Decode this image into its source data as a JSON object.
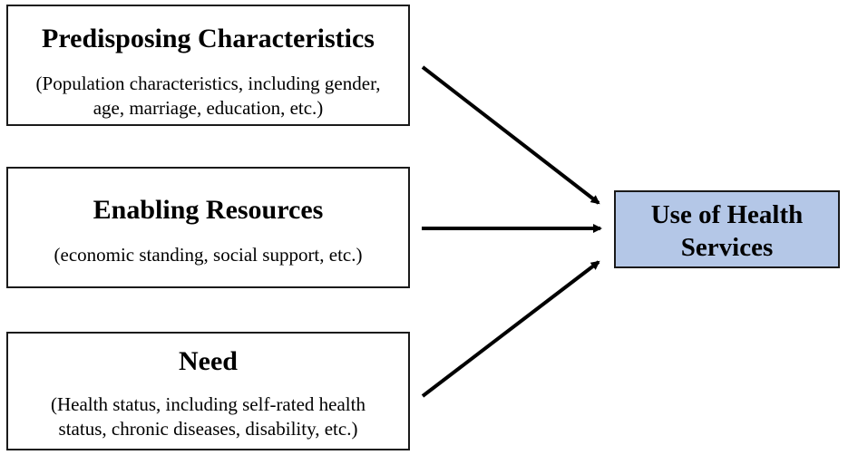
{
  "diagram": {
    "predisposing": {
      "title": "Predisposing Characteristics",
      "desc_line1": "(Population characteristics, including gender,",
      "desc_line2": "age, marriage, education, etc.)"
    },
    "enabling": {
      "title": "Enabling Resources",
      "desc_line1": "(economic standing, social support, etc.)"
    },
    "need": {
      "title": "Need",
      "desc_line1": "(Health status, including self-rated health",
      "desc_line2": "status, chronic diseases, disability, etc.)"
    },
    "outcome": {
      "title_line1": "Use of Health",
      "title_line2": "Services"
    },
    "colors": {
      "outcome_fill": "#b4c7e7",
      "border": "#1a1a1a",
      "arrow": "#000000"
    }
  }
}
